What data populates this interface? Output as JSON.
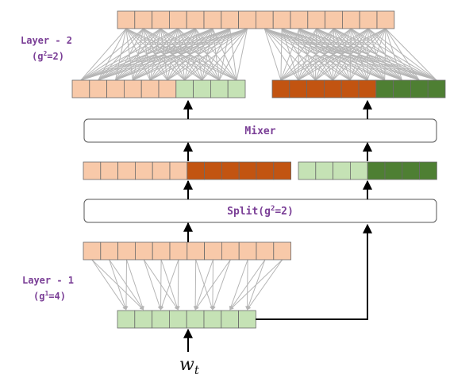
{
  "colors": {
    "light_orange": "#f8c9a9",
    "dark_orange": "#c25411",
    "light_green": "#c5e2b5",
    "dark_green": "#4e7f33",
    "connector_gray": "#b5b5b5",
    "label_purple": "#7a3e96"
  },
  "labels": {
    "layer2_title": "Layer - 2",
    "layer2_param_prefix": "(g",
    "layer2_param_sup": "2",
    "layer2_param_suffix": "=2)",
    "layer1_title": "Layer - 1",
    "layer1_param_prefix": "(g",
    "layer1_param_sup": "1",
    "layer1_param_suffix": "=4)",
    "mixer": "Mixer",
    "split_prefix": "Split(g",
    "split_sup": "2",
    "split_suffix": "=2)",
    "input_var": "w",
    "input_sub": "t"
  }
}
